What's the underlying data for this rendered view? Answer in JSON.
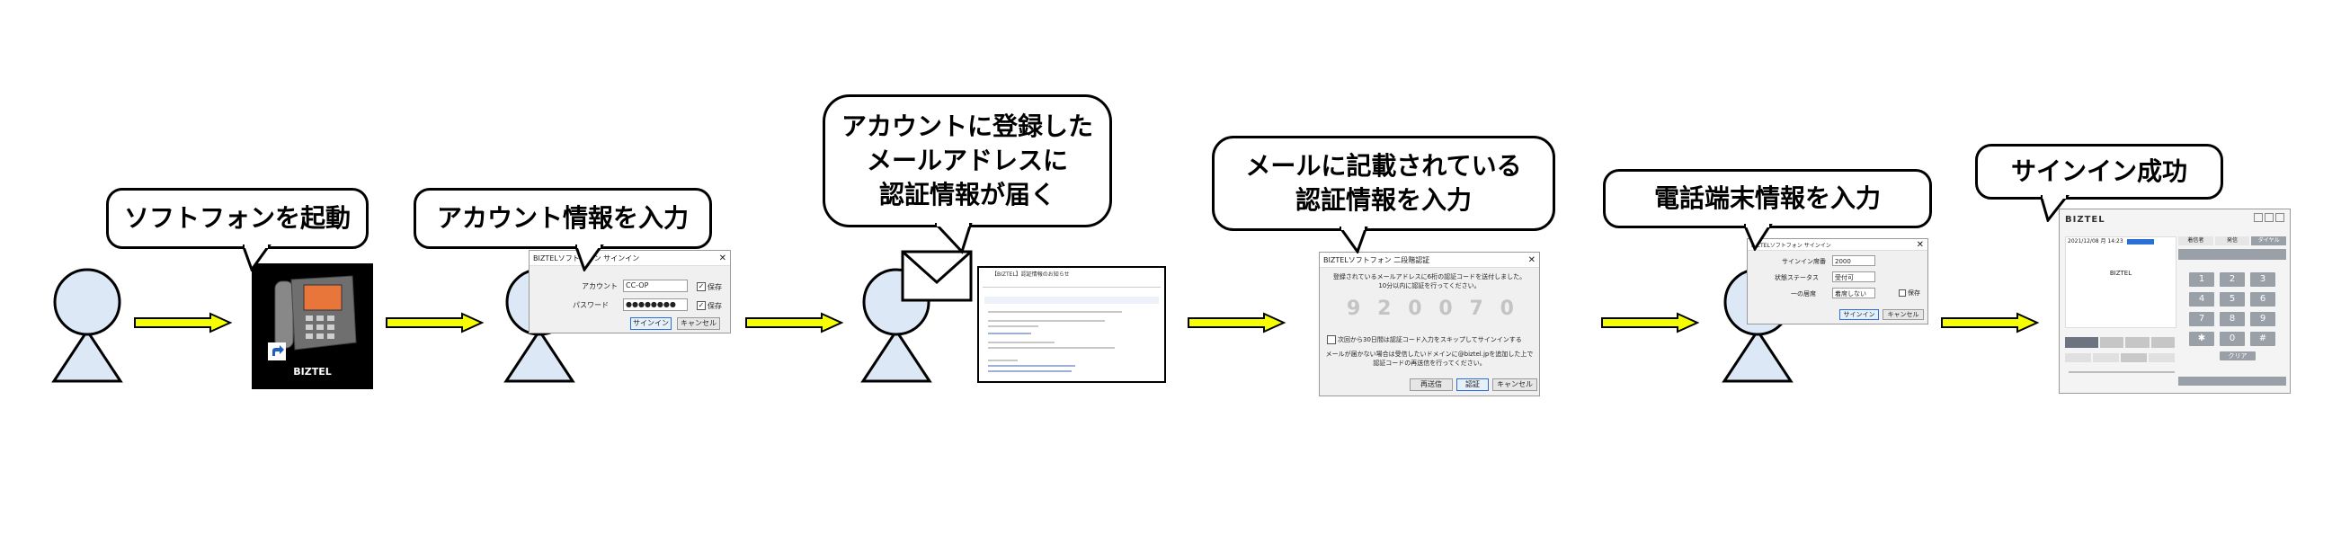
{
  "steps": [
    {
      "bubble": "ソフトフォンを起動"
    },
    {
      "bubble": "アカウント情報を入力"
    },
    {
      "bubble": "アカウントに登録した\nメールアドレスに\n認証情報が届く"
    },
    {
      "bubble": "メールに記載されている\n認証情報を入力"
    },
    {
      "bubble": "電話端末情報を入力"
    },
    {
      "bubble": "サインイン成功"
    }
  ],
  "colors": {
    "arrow_fill": "#f5ff00",
    "person_fill": "#dce8f5",
    "app_icon_bg": "#000000",
    "phone_screen": "#e8763a"
  },
  "app_icon": {
    "label": "BIZTEL"
  },
  "signin": {
    "title": "BIZTELソフトフォン サインイン",
    "account_label": "アカウント",
    "account_value": "CC-OP",
    "password_label": "パスワード",
    "password_value": "●●●●●●●●",
    "save_label": "保存",
    "signin_button": "サインイン",
    "cancel_button": "キャンセル"
  },
  "email": {
    "subject": "【BIZTEL】認証情報のお知らせ"
  },
  "auth": {
    "title": "BIZTELソフトフォン 二段階認証",
    "message": "登録されているメールアドレスに6桁の認証コードを送付しました。\n10分以内に認証を行ってください。",
    "code_digits": [
      "9",
      "2",
      "0",
      "0",
      "7",
      "0"
    ],
    "skip_label": "次回から30日間は認証コード入力をスキップしてサインインする",
    "note": "メールが届かない場合は受信したいドメインに@biztel.jpを追加した上で\n認証コードの再送信を行ってください。",
    "resend_button": "再送信",
    "verify_button": "認証",
    "cancel_button": "キャンセル"
  },
  "device": {
    "title": "BIZTELソフトフォン サインイン",
    "seat_label": "サインイン席番",
    "seat_value": "2000",
    "status_label": "状態ステータス",
    "status_value": "受付可",
    "absent_label": "一の居席",
    "absent_value": "着席しない",
    "save_label": "保存",
    "signin_button": "サインイン",
    "cancel_button": "キャンセル"
  },
  "success": {
    "logo": "BIZTEL",
    "date": "2021/12/08 月 14:23",
    "center_label": "BIZTEL",
    "tabs": [
      "着信者",
      "発信",
      "ダイヤル"
    ],
    "keys": [
      "1",
      "2",
      "3",
      "4",
      "5",
      "6",
      "7",
      "8",
      "9",
      "✱",
      "0",
      "#"
    ],
    "clear_button": "クリア"
  }
}
